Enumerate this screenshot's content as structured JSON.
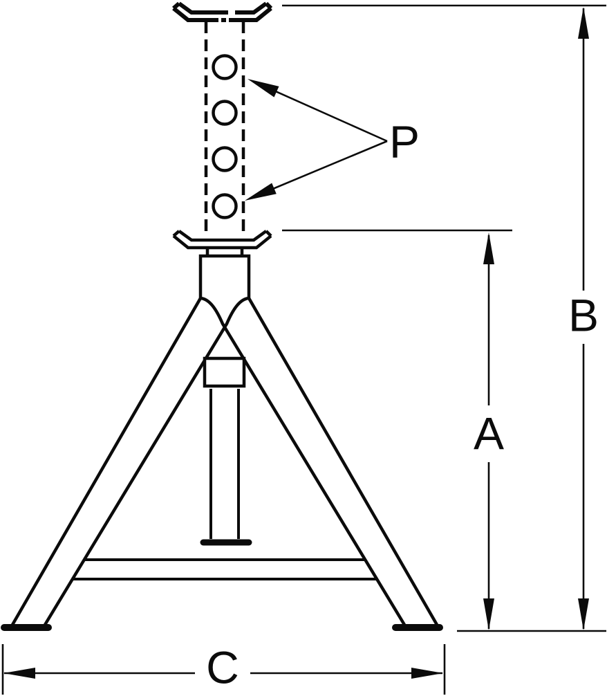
{
  "colors": {
    "background": "#ffffff",
    "line": "#0b0b0b"
  },
  "labels": {
    "p": "P",
    "a": "A",
    "b": "B",
    "c": "C"
  },
  "drawing": {
    "hole_count": 4
  }
}
